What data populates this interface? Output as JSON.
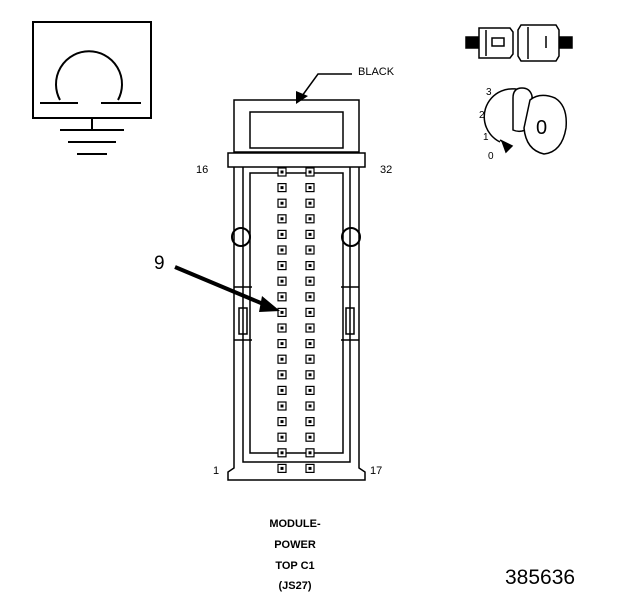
{
  "connector": {
    "color_label": "BLACK",
    "pin_labels": {
      "top_left": "16",
      "top_right": "32",
      "bottom_left": "1",
      "bottom_right": "17"
    },
    "callout_pin": "9",
    "rows": 20,
    "caption": [
      "MODULE-",
      "POWER",
      "TOP C1",
      "(JS27)"
    ]
  },
  "ignition_key": {
    "positions": [
      "3",
      "2",
      "1",
      "0"
    ],
    "key_digit": "0"
  },
  "figure_number": "385636",
  "icons": [
    "ground-symbol-icon",
    "connector-plug-icon",
    "ignition-key-icon"
  ]
}
